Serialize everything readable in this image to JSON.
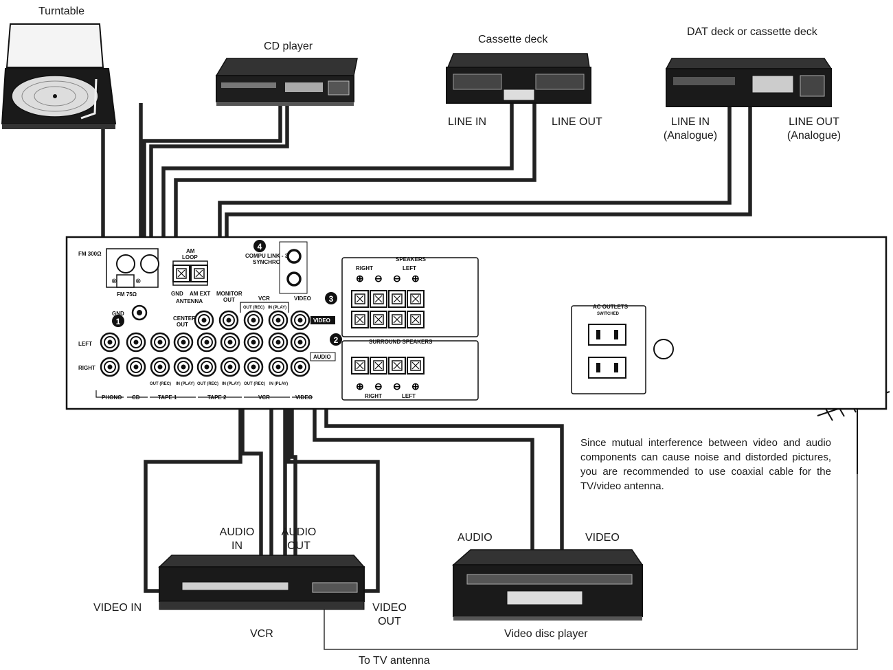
{
  "devices": {
    "turntable": "Turntable",
    "cd_player": "CD player",
    "cassette_deck": "Cassette deck",
    "dat_deck": "DAT deck or cassette deck",
    "vcr": "VCR",
    "video_disc_player": "Video disc player"
  },
  "connections": {
    "cassette_line_in": "LINE IN",
    "cassette_line_out": "LINE OUT",
    "dat_line_in": "LINE IN",
    "dat_line_in_sub": "(Analogue)",
    "dat_line_out": "LINE OUT",
    "dat_line_out_sub": "(Analogue)",
    "vcr_audio_in_1": "AUDIO",
    "vcr_audio_in_2": "IN",
    "vcr_audio_out_1": "AUDIO",
    "vcr_audio_out_2": "OUT",
    "vcr_video_in": "VIDEO IN",
    "vcr_video_out_1": "VIDEO",
    "vcr_video_out_2": "OUT",
    "vdp_audio": "AUDIO",
    "vdp_video": "VIDEO",
    "to_tv_antenna": "To TV antenna"
  },
  "note": "Since mutual interference between video and audio components can cause noise and distorded pictures, you are recommended to use coaxial cable for the TV/video antenna.",
  "panel": {
    "fm300": "FM 300Ω",
    "fm75": "FM 75Ω",
    "am_loop_1": "AM",
    "am_loop_2": "LOOP",
    "gnd_small": "GND",
    "am_ext": "AM EXT",
    "antenna": "ANTENNA",
    "gnd": "GND",
    "center_out_1": "CENTER",
    "center_out_2": "OUT",
    "monitor_out_1": "MONITOR",
    "monitor_out_2": "OUT",
    "vcr_out_rec": "OUT (REC)",
    "vcr_in_play": "IN (PLAY)",
    "vcr": "VCR",
    "video": "VIDEO",
    "video_tag": "VIDEO",
    "audio_tag": "AUDIO",
    "left": "LEFT",
    "right": "RIGHT",
    "phono": "PHONO",
    "cd": "CD",
    "tape1": "TAPE 1",
    "tape2": "TAPE 2",
    "vcr_bottom": "VCR",
    "video_bottom": "VIDEO",
    "out_rec": "OUT (REC)",
    "in_play": "IN (PLAY)",
    "compu_link_1": "COMPU LINK - 3",
    "compu_link_2": "SYNCHRO",
    "speakers": "SPEAKERS",
    "surround_speakers": "SURROUND SPEAKERS",
    "sp_right": "RIGHT",
    "sp_left": "LEFT",
    "ac_outlets": "AC OUTLETS",
    "switched": "SWITCHED",
    "mark_1": "1",
    "mark_2": "2",
    "mark_3": "3",
    "mark_4": "4"
  }
}
